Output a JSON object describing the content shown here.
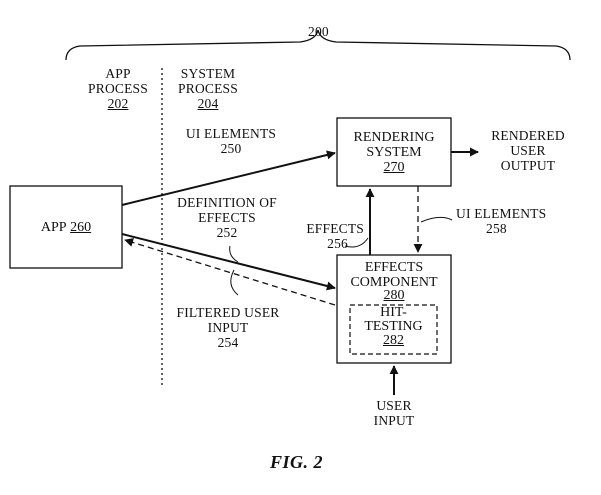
{
  "figure": {
    "ref": "200",
    "caption": "FIG. 2"
  },
  "regions": {
    "app_process": {
      "line1": "APP",
      "line2": "PROCESS",
      "ref": "202"
    },
    "system_process": {
      "line1": "SYSTEM",
      "line2": "PROCESS",
      "ref": "204"
    }
  },
  "boxes": {
    "app": {
      "label": "APP",
      "ref": "260"
    },
    "rendering": {
      "line1": "RENDERING",
      "line2": "SYSTEM",
      "ref": "270"
    },
    "effects": {
      "line1": "EFFECTS",
      "line2": "COMPONENT",
      "ref": "280"
    },
    "hit_testing": {
      "line1": "HIT-",
      "line2": "TESTING",
      "ref": "282"
    }
  },
  "arrows": {
    "ui_elements_250": {
      "label": "UI ELEMENTS",
      "ref": "250"
    },
    "definition_252": {
      "line1": "DEFINITION OF",
      "line2": "EFFECTS",
      "ref": "252"
    },
    "filtered_254": {
      "line1": "FILTERED USER",
      "line2": "INPUT",
      "ref": "254"
    },
    "effects_256": {
      "label": "EFFECTS",
      "ref": "256"
    },
    "ui_elements_258": {
      "label": "UI ELEMENTS",
      "ref": "258"
    },
    "rendered_output": {
      "line1": "RENDERED",
      "line2": "USER",
      "line3": "OUTPUT"
    },
    "user_input": {
      "line1": "USER",
      "line2": "INPUT"
    }
  }
}
